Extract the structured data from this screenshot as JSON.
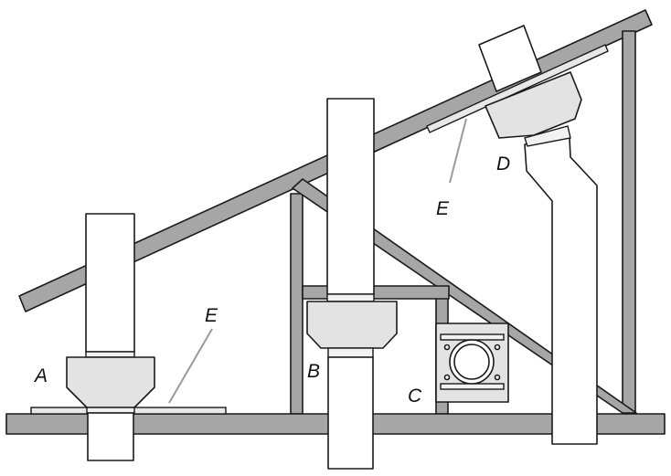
{
  "labels": {
    "a": "A",
    "b": "B",
    "c": "C",
    "d": "D",
    "e_upper": "E",
    "e_lower": "E"
  },
  "colors": {
    "framing": "#a6a6a6",
    "fitting": "#e3e3e3",
    "pipe": "#ffffff",
    "outline": "#1a1a1a",
    "leader": "#9a9a9a"
  }
}
